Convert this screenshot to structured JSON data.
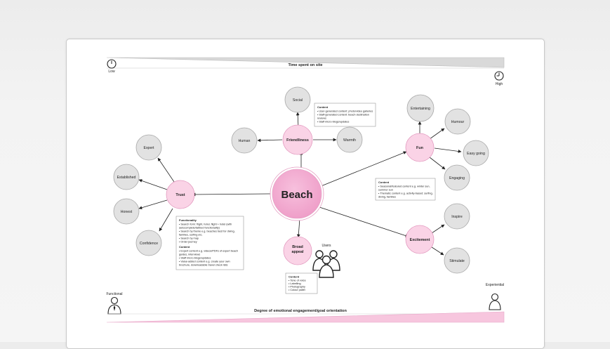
{
  "top_axis": {
    "title": "Time spent on site",
    "low_label": "Low",
    "high_label": "High"
  },
  "bottom_axis": {
    "title": "Degree of emotional engagement/goal orientation",
    "left_label": "Functional",
    "right_label": "Experiential"
  },
  "center": {
    "label": "Beach"
  },
  "hubs": {
    "friendliness": "Friendliness",
    "fun": "Fun",
    "trust": "Trust",
    "excitement": "Excitement",
    "broad_appeal": "Broad appeal"
  },
  "leaves": {
    "social": "Social",
    "human": "Human",
    "warmth": "Warmth",
    "entertaining": "Entertaining",
    "humour": "Humour",
    "easy_going": "Easy going",
    "engaging": "Engaging",
    "expert": "Expert",
    "established": "Established",
    "honest": "Honest",
    "confidence": "Confidence",
    "inspire": "Inspire",
    "stimulate": "Stimulate"
  },
  "users_label": "Users",
  "notes": {
    "friendliness": {
      "heading": "Content",
      "lines": [
        "• User-generated content: photo/video galleries",
        "• Staff-generated content: beach destination",
        "  reviews",
        "• Staff micro-blogs/updates"
      ]
    },
    "fun": {
      "heading": "Content",
      "lines": [
        "• Seasonal/featured content e.g. winter sun,",
        "  summer sun",
        "• Thematic content e.g. activity-based: surfing,",
        "  diving, families"
      ]
    },
    "trust": {
      "heading": "Functionality",
      "lines": [
        "• Search form: flight, hotel, flight + hotel (with",
        "  autocomplete/tabbed functionality)",
        "• Search by theme e.g. beaches best for diving,",
        "  families, surfing etc.",
        "• Search by map",
        "• Order journey"
      ],
      "heading2": "Content",
      "lines2": [
        "• Expert content e.g. videos/PDFs of expert beach",
        "  guides, interviews",
        "• Staff micro-blogs/updates",
        "• Value-added content e.g. create your own",
        "  brochure, downloadable travel check lists"
      ]
    },
    "broad_appeal": {
      "heading": "Content",
      "lines": [
        "• Tone of voice",
        "• Labelling",
        "• Photography",
        "• Colour pallet"
      ]
    }
  },
  "colors": {
    "center_fill": "#f1a3cc",
    "hub_fill": "#fad3e6",
    "hub_stroke": "#e39bc0",
    "leaf_fill": "#e2e2e2",
    "leaf_stroke": "#a8a8a8",
    "top_wedge": "#d9d9d9",
    "bottom_wedge": "#f7c6de"
  }
}
